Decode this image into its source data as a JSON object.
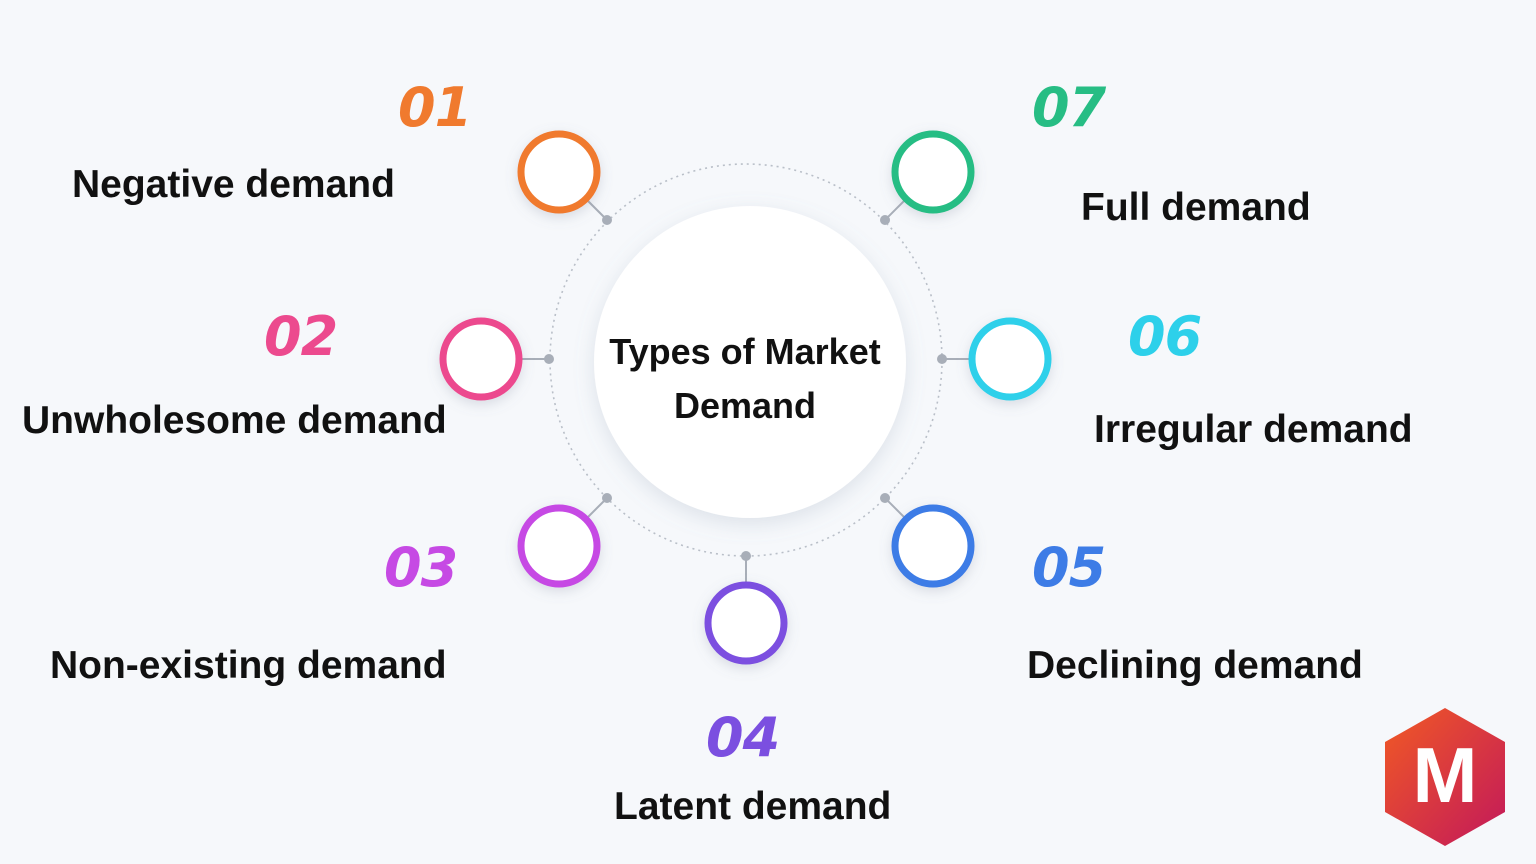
{
  "center": {
    "title_line1": "Types of Market",
    "title_line2": "Demand"
  },
  "items": [
    {
      "number": "01",
      "label": "Negative demand",
      "color": "#f07a2e"
    },
    {
      "number": "02",
      "label": "Unwholesome demand",
      "color": "#ec4a8e"
    },
    {
      "number": "03",
      "label": "Non-existing demand",
      "color": "#c64ae4"
    },
    {
      "number": "04",
      "label": "Latent demand",
      "color": "#7b4fe0"
    },
    {
      "number": "05",
      "label": "Declining demand",
      "color": "#3d7ce6"
    },
    {
      "number": "06",
      "label": "Irregular demand",
      "color": "#2dd0ea"
    },
    {
      "number": "07",
      "label": "Full demand",
      "color": "#27bd84"
    }
  ],
  "logo": {
    "letter": "M",
    "colors": [
      "#f15a24",
      "#c2185b"
    ]
  }
}
